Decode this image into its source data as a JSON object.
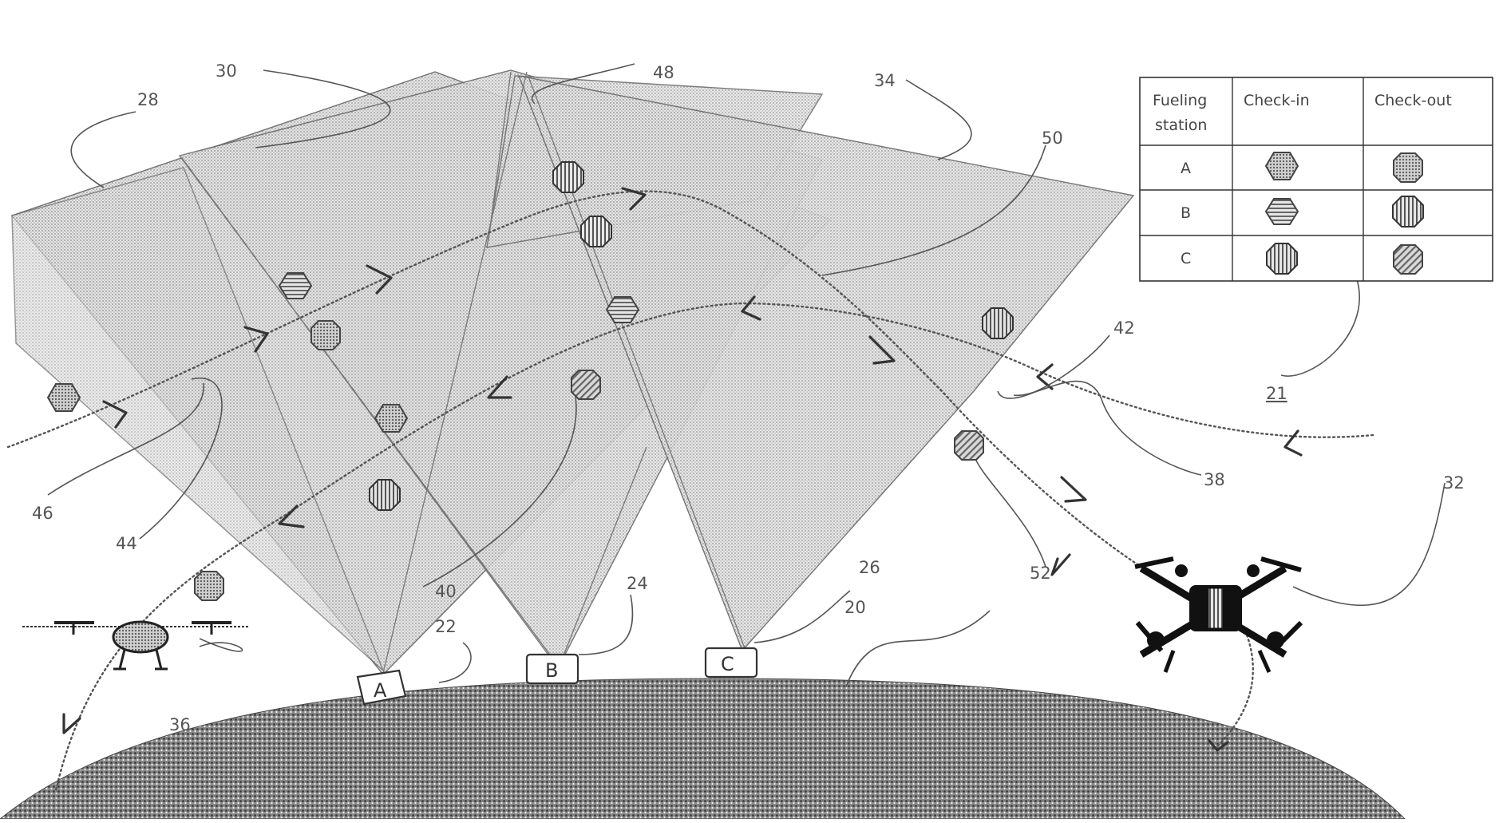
{
  "legend": {
    "headers": [
      "Fueling\nstation",
      "Check-in",
      "Check-out"
    ],
    "rows": [
      {
        "station": "A",
        "checkin": "hexagon-dotted",
        "checkout": "octagon-dotted"
      },
      {
        "station": "B",
        "checkin": "hexagon-horizontal-stripes",
        "checkout": "octagon-vertical-stripes"
      },
      {
        "station": "C",
        "checkin": "octagon-vertical-stripes",
        "checkout": "octagon-diagonal"
      }
    ],
    "ref": "21"
  },
  "stations": [
    "A",
    "B",
    "C"
  ],
  "refs": {
    "r20": "20",
    "r22": "22",
    "r24": "24",
    "r26": "26",
    "r28": "28",
    "r30": "30",
    "r32": "32",
    "r34": "34",
    "r36": "36",
    "r38": "38",
    "r40": "40",
    "r42": "42",
    "r44": "44",
    "r46": "46",
    "r48": "48",
    "r50": "50",
    "r52": "52"
  },
  "colors": {
    "ink": "#333333",
    "zone_fill": "#dcdcdc",
    "ground": "#7a7a7a",
    "drone": "#1a1a1a"
  }
}
